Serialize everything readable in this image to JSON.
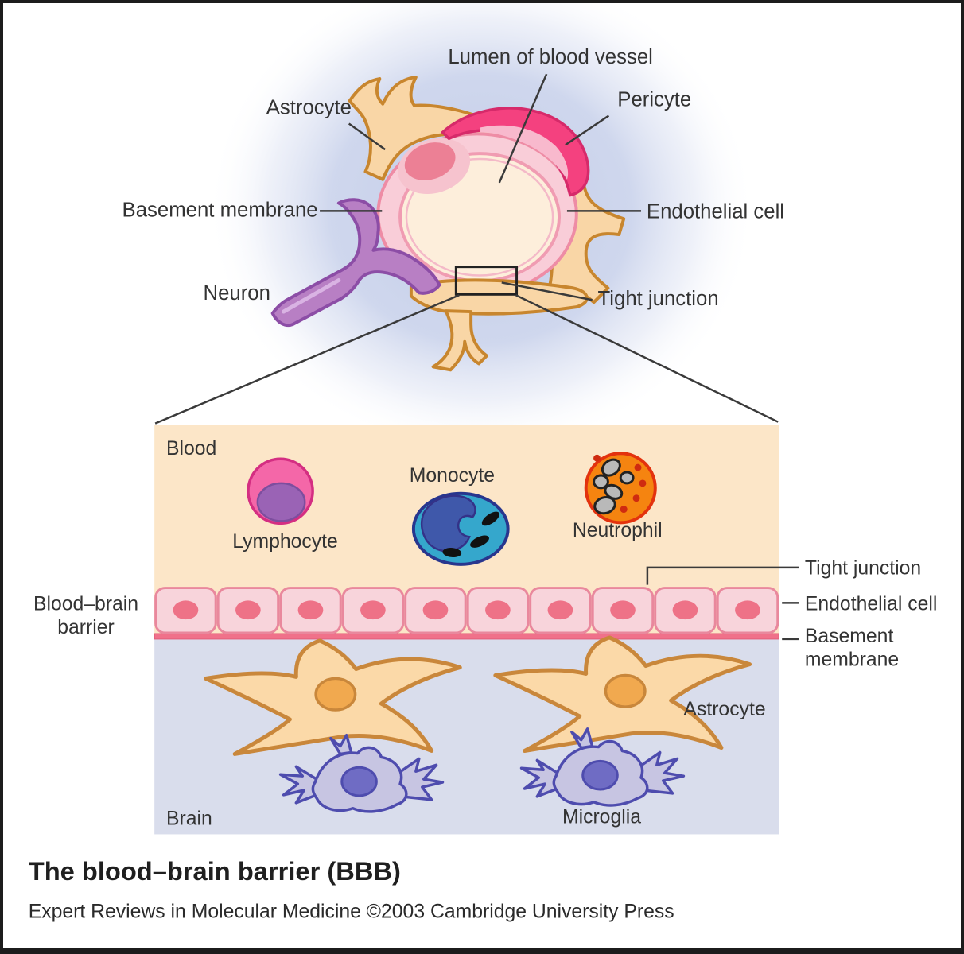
{
  "top_diagram": {
    "labels": {
      "lumen": "Lumen of blood vessel",
      "astrocyte": "Astrocyte",
      "pericyte": "Pericyte",
      "basement_membrane": "Basement membrane",
      "endothelial_cell": "Endothelial cell",
      "neuron": "Neuron",
      "tight_junction": "Tight junction"
    }
  },
  "panel": {
    "blood_label": "Blood",
    "brain_label": "Brain",
    "barrier_line1": "Blood–brain",
    "barrier_line2": "barrier",
    "endothelial_cell_count": 10,
    "cells": {
      "lymphocyte": "Lymphocyte",
      "monocyte": "Monocyte",
      "neutrophil": "Neutrophil",
      "astrocyte": "Astrocyte",
      "microglia": "Microglia"
    },
    "right_labels": {
      "tight_junction": "Tight junction",
      "endothelial_cell": "Endothelial cell",
      "basement_line1": "Basement",
      "basement_line2": "membrane"
    }
  },
  "footer": {
    "title": "The blood–brain barrier (BBB)",
    "credit": "Expert Reviews in Molecular Medicine ©2003 Cambridge University Press"
  },
  "colors": {
    "glow": "#c3cde9",
    "blood_background": "#fce6c8",
    "brain_background": "#d9ddec",
    "endothelial_fill": "#f8d4db",
    "endothelial_stroke": "#e9889d",
    "endothelial_nucleus": "#ee7287",
    "basement_membrane": "#f0718a",
    "vessel_ring": "#f9cdd8",
    "lumen_fill": "#fdeedb",
    "pericyte": "#f4417f",
    "astrocyte_fill": "#f9d6a6",
    "astrocyte_stroke": "#c8862e",
    "neuron": "#b87fc4",
    "lymphocyte": "#f467a8",
    "lymphocyte_nucleus": "#9a63b5",
    "monocyte": "#35a7cc",
    "monocyte_nucleus": "#3f58aa",
    "neutrophil": "#f58410",
    "neutrophil_rim": "#e3320e",
    "microglia_fill": "#c7c5e2",
    "microglia_stroke": "#4e4cae",
    "label_text": "#333333"
  }
}
